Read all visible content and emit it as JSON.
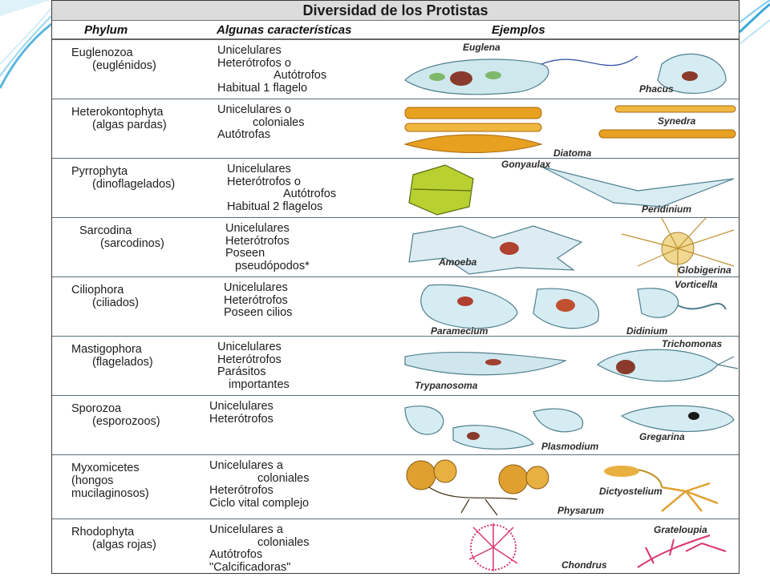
{
  "title": "Diversidad de los Protistas",
  "headers": {
    "phylum": "Phylum",
    "characteristics": "Algunas características",
    "examples": "Ejemplos"
  },
  "rows": [
    {
      "phylum": "Euglenozoa",
      "common": "(euglénidos)",
      "chars": [
        "Unicelulares",
        "Heterótrofos o",
        "Autótrofos",
        "Habitual 1 flagelo"
      ],
      "examples": [
        "Euglena",
        "Phacus"
      ]
    },
    {
      "phylum": "Heterokontophyta",
      "common": "(algas pardas)",
      "chars": [
        "Unicelulares o",
        "coloniales",
        "Autótrofas"
      ],
      "examples": [
        "Synedra",
        "Diatoma"
      ]
    },
    {
      "phylum": "Pyrrophyta",
      "common": "(dinoflagelados)",
      "chars": [
        "Unicelulares",
        "Heterótrofos o",
        "Autótrofos",
        "Habitual 2 flagelos"
      ],
      "examples": [
        "Gonyaulax",
        "Peridinium"
      ]
    },
    {
      "phylum": "Sarcodina",
      "common": "(sarcodinos)",
      "chars": [
        "Unicelulares",
        "Heterótrofos",
        "Poseen",
        "pseudópodos*"
      ],
      "examples": [
        "Amoeba",
        "Globigerina"
      ]
    },
    {
      "phylum": "Ciliophora",
      "common": "(ciliados)",
      "chars": [
        "Unicelulares",
        "Heterótrofos",
        "Poseen cilios"
      ],
      "examples": [
        "Vorticella",
        "Paramecium",
        "Didinium"
      ]
    },
    {
      "phylum": "Mastigophora",
      "common": "(flagelados)",
      "chars": [
        "Unicelulares",
        "Heterótrofos",
        "Parásitos",
        "importantes"
      ],
      "examples": [
        "Trichomonas",
        "Trypanosoma"
      ]
    },
    {
      "phylum": "Sporozoa",
      "common": "(esporozoos)",
      "chars": [
        "Unicelulares",
        "Heterótrofos"
      ],
      "examples": [
        "Plasmodium",
        "Gregarina"
      ]
    },
    {
      "phylum": "Myxomicetes",
      "common": "(hongos",
      "common2": "mucilaginosos)",
      "chars": [
        "Unicelulares a",
        "coloniales",
        "Heterótrofos",
        "Ciclo vital complejo"
      ],
      "examples": [
        "Dictyostelium",
        "Physarum"
      ]
    },
    {
      "phylum": "Rhodophyta",
      "common": "(algas rojas)",
      "chars": [
        "Unicelulares a",
        "coloniales",
        "Autótrofos",
        "\"Calcificadoras\""
      ],
      "examples": [
        "Grateloupia",
        "Chondrus"
      ]
    }
  ],
  "colors": {
    "divider": "#5a6d78",
    "accent_blue": "#3da9d8",
    "diatom": "#e8a020",
    "red_alga": "#d8366a"
  }
}
